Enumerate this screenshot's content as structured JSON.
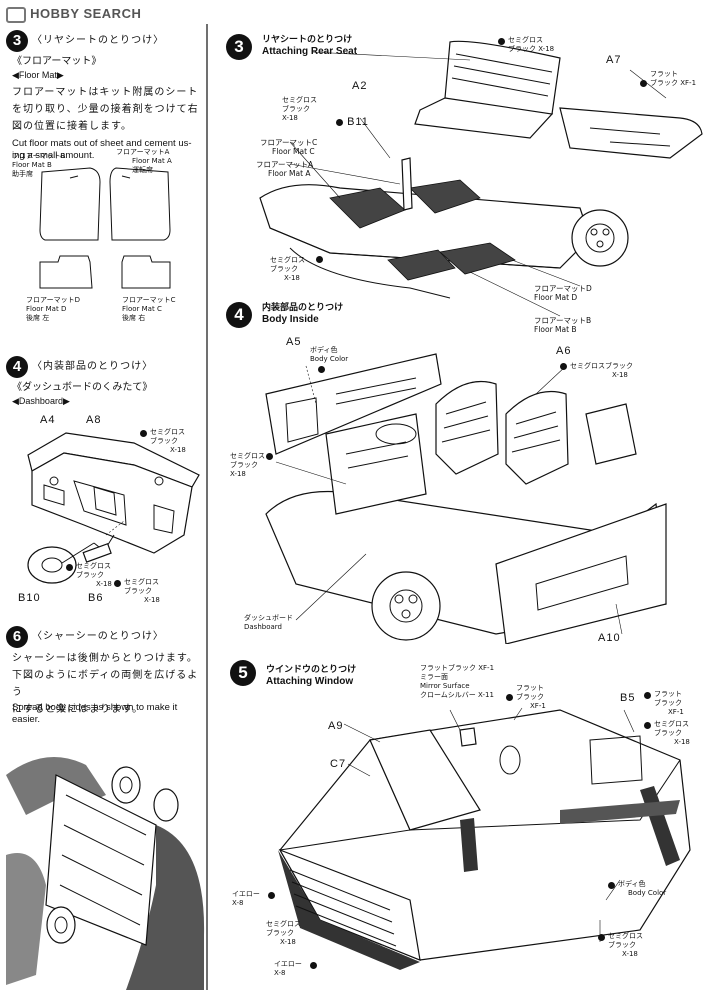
{
  "watermark": "HOBBY SEARCH",
  "left": {
    "s3": {
      "num": "3",
      "title": "〈リヤシートのとりつけ〉",
      "sub_jp": "《フロアーマット》",
      "sub_en": "◀Floor Mat▶",
      "desc_jp": [
        "フロアーマットはキット附属のシート",
        "を切り取り、少量の接着剤をつけて右",
        "図の位置に接着します。"
      ],
      "desc_en": [
        "Cut floor mats out of sheet and cement us-",
        "ing a small amount."
      ],
      "matB": [
        "フロアーマットB",
        "Floor Mat B",
        "助手席"
      ],
      "matA": [
        "フロアーマットA",
        "Floor Mat A",
        "運転席"
      ],
      "matD": [
        "フロアーマットD",
        "Floor Mat D",
        "後席 左"
      ],
      "matC": [
        "フロアーマットC",
        "Floor Mat C",
        "後席 右"
      ]
    },
    "s4": {
      "num": "4",
      "title": "〈内装部品のとりつけ〉",
      "sub_jp": "《ダッシュボードのくみたて》",
      "sub_en": "◀Dashboard▶",
      "partA4": "A4",
      "partA8": "A8",
      "partB10": "B10",
      "partB6": "B6",
      "paint1": [
        "セミグロス",
        "ブラック",
        "X-18"
      ],
      "paint2": [
        "セミグロス",
        "ブラック",
        "X-18"
      ],
      "paint3": [
        "セミグロス",
        "ブラック",
        "X-18"
      ]
    },
    "s6": {
      "num": "6",
      "title": "〈シャーシーのとりつけ〉",
      "desc_jp": [
        "シャーシーは後側からとりつけます。",
        "下図のようにボディの両側を広げるよう",
        "にすると楽にはまります。"
      ],
      "desc_en": [
        "Spread body sides as shown to make it",
        "easier."
      ]
    }
  },
  "right": {
    "s3": {
      "num": "3",
      "title_jp": "リヤシートのとりつけ",
      "title_en": "Attaching Rear Seat",
      "partA2": "A2",
      "partA7": "A7",
      "partB11": "B11",
      "paint_top": [
        "セミグロス",
        "ブラック X-18"
      ],
      "paint_flat": [
        "フラット",
        "ブラック XF-1"
      ],
      "paint_left": [
        "セミグロス",
        "ブラック",
        "X-18"
      ],
      "paint_b11": [
        "セミグロス",
        "ブラック",
        "X-18"
      ],
      "matC": [
        "フロアーマットC",
        "Floor Mat C"
      ],
      "matA": [
        "フロアーマットA",
        "Floor Mat A"
      ],
      "matD": [
        "フロアーマットD",
        "Floor Mat D"
      ],
      "matB": [
        "フロアーマットB",
        "Floor Mat B"
      ]
    },
    "s4": {
      "num": "4",
      "title_jp": "内装部品のとりつけ",
      "title_en": "Body Inside",
      "partA5": "A5",
      "partA6": "A6",
      "partA10": "A10",
      "paint_body": [
        "ボディ色",
        "Body Color"
      ],
      "paint_a6": [
        "セミグロスブラック",
        "X-18"
      ],
      "paint_left": [
        "セミグロス",
        "ブラック",
        "X-18"
      ],
      "dash": [
        "ダッシュボード",
        "Dashboard"
      ]
    },
    "s5": {
      "num": "5",
      "title_jp": "ウインドウのとりつけ",
      "title_en": "Attaching Window",
      "partA9": "A9",
      "partC7": "C7",
      "partB5": "B5",
      "paint_mirror": [
        "フラットブラック XF-1",
        "ミラー面",
        "Mirror Surface",
        "クロームシルバー X-11"
      ],
      "paint_flat1": [
        "フラット",
        "ブラック",
        "XF-1"
      ],
      "paint_flat2": [
        "フラット",
        "ブラック",
        "XF-1"
      ],
      "paint_semi1": [
        "セミグロス",
        "ブラック",
        "X-18"
      ],
      "paint_body": [
        "ボディ色",
        "Body Color"
      ],
      "paint_yellow1": [
        "イエロー",
        "X-8"
      ],
      "paint_semi2": [
        "セミグロス",
        "ブラック",
        "X-18"
      ],
      "paint_yellow2": [
        "イエロー",
        "X-8"
      ],
      "paint_semi3": [
        "セミグロス",
        "ブラック",
        "X-18"
      ]
    }
  }
}
